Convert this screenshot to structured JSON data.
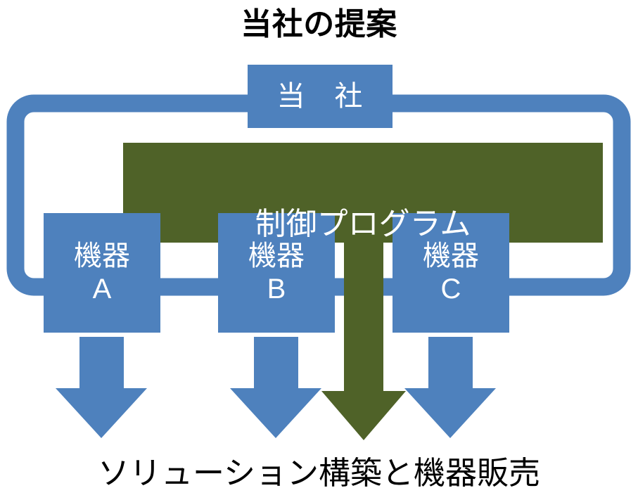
{
  "title": "当社の提案",
  "footer": "ソリューション構築と機器販売",
  "company_box": {
    "label": "当　社"
  },
  "program_box": {
    "label": "制御プログラム"
  },
  "devices": [
    {
      "line1": "機器",
      "line2": "A",
      "full": "機器 A"
    },
    {
      "line1": "機器",
      "line2": "B",
      "full": "機器 B"
    },
    {
      "line1": "機器",
      "line2": "C",
      "full": "機器 C"
    }
  ],
  "arrows": {
    "device_a": "down-arrow-blue",
    "device_b": "down-arrow-blue",
    "device_c": "down-arrow-blue",
    "program": "down-arrow-green"
  },
  "connector": {
    "shape": "rounded-rectangle-outline",
    "name": "company-device-connector"
  },
  "colors": {
    "blue": "#4E81BD",
    "green": "#4F6228",
    "text_light": "#FFFFFF",
    "text_dark": "#000000",
    "background": "#FFFFFF"
  }
}
